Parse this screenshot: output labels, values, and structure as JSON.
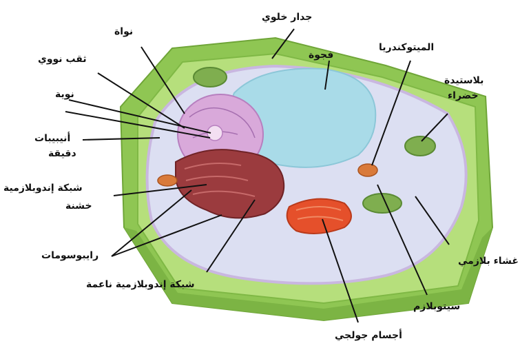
{
  "labels": {
    "cell_wall": "جدار خلوي",
    "nucleus": "نواة",
    "nuclear_pore": "ثقب نووي",
    "nucleolus": "نوية",
    "microtubules_line1": "أنيبيبات",
    "microtubules_line2": "دقيقة",
    "rough_er_line1": "شبكة إندوبلازمية",
    "rough_er_line2": "خشنة",
    "ribosomes": "رايبوسومات",
    "smooth_er": "شبكة إندوبلازمية ناعمة",
    "vacuole": "فجوة",
    "mitochondria": "الميتوكندريا",
    "chloroplast_line1": "بلاستيدة",
    "chloroplast_line2": "خضراء",
    "plasma_membrane": "غشاء بلازمي",
    "cytoplasm": "سيتوبلازم",
    "golgi": "أجسام جولجي"
  },
  "colors": {
    "cell_wall": "#a9d66b",
    "cell_wall_dark": "#7fb845",
    "cytoplasm": "#d9dcef",
    "vacuole": "#a9dbe8",
    "nucleus": "#d7a6d8",
    "er": "#9b3b3e",
    "golgi": "#e5502b",
    "chloroplast": "#7fae4f",
    "mitochondria": "#d97a3a",
    "leader_line": "#111111"
  }
}
